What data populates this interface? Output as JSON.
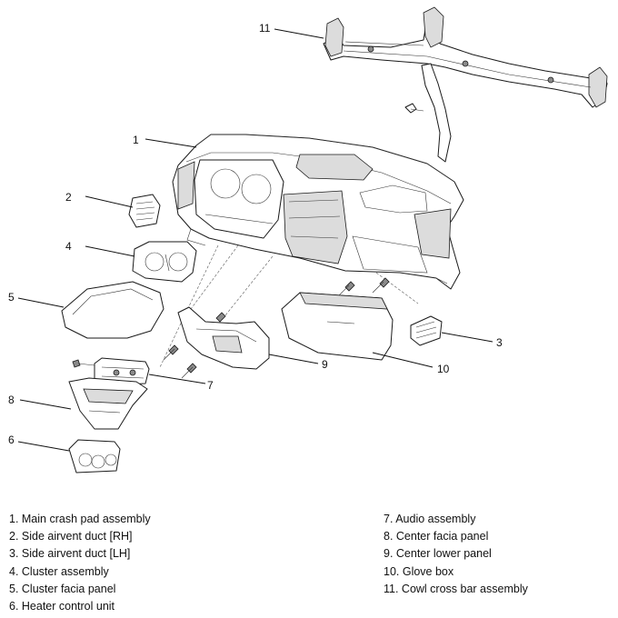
{
  "callouts": {
    "c1": "1",
    "c2": "2",
    "c3": "3",
    "c4": "4",
    "c5": "5",
    "c6": "6",
    "c7": "7",
    "c8": "8",
    "c9": "9",
    "c10": "10",
    "c11": "11"
  },
  "legend": {
    "left": [
      "1. Main crash pad assembly",
      "2. Side airvent duct [RH]",
      "3. Side airvent duct [LH]",
      "4. Cluster assembly",
      "5. Cluster facia panel",
      "6. Heater control unit"
    ],
    "right": [
      "7. Audio assembly",
      "8. Center facia panel",
      "9. Center lower panel",
      "10. Glove box",
      "11. Cowl cross bar assembly"
    ]
  },
  "colors": {
    "line": "#1a1a1a",
    "shade": "#dcdcdc",
    "background": "#ffffff"
  }
}
